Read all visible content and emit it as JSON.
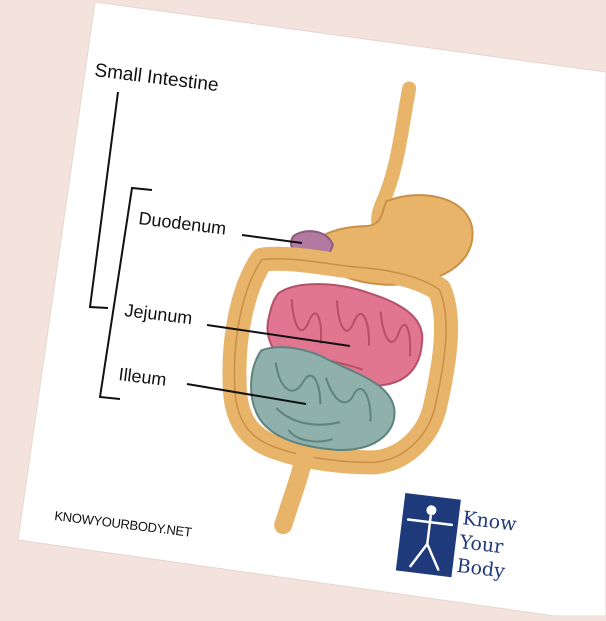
{
  "diagram": {
    "title": "Small Intestine",
    "labels": {
      "duodenum": "Duodenum",
      "jejunum": "Jejunum",
      "ileum": "Illeum"
    },
    "site": "KNOWYOURBODY.NET",
    "logo": {
      "line1": "Know",
      "line2": "Your",
      "line3": "Body",
      "icon": "vitruvian-man-icon"
    }
  },
  "colors": {
    "background": "#f3e3dc",
    "card": "#ffffff",
    "digestive_tract": "#e8b46a",
    "duodenum": "#b27aa0",
    "jejunum": "#e0768f",
    "ileum": "#8fb0ab",
    "logo": "#1e3a7a"
  }
}
